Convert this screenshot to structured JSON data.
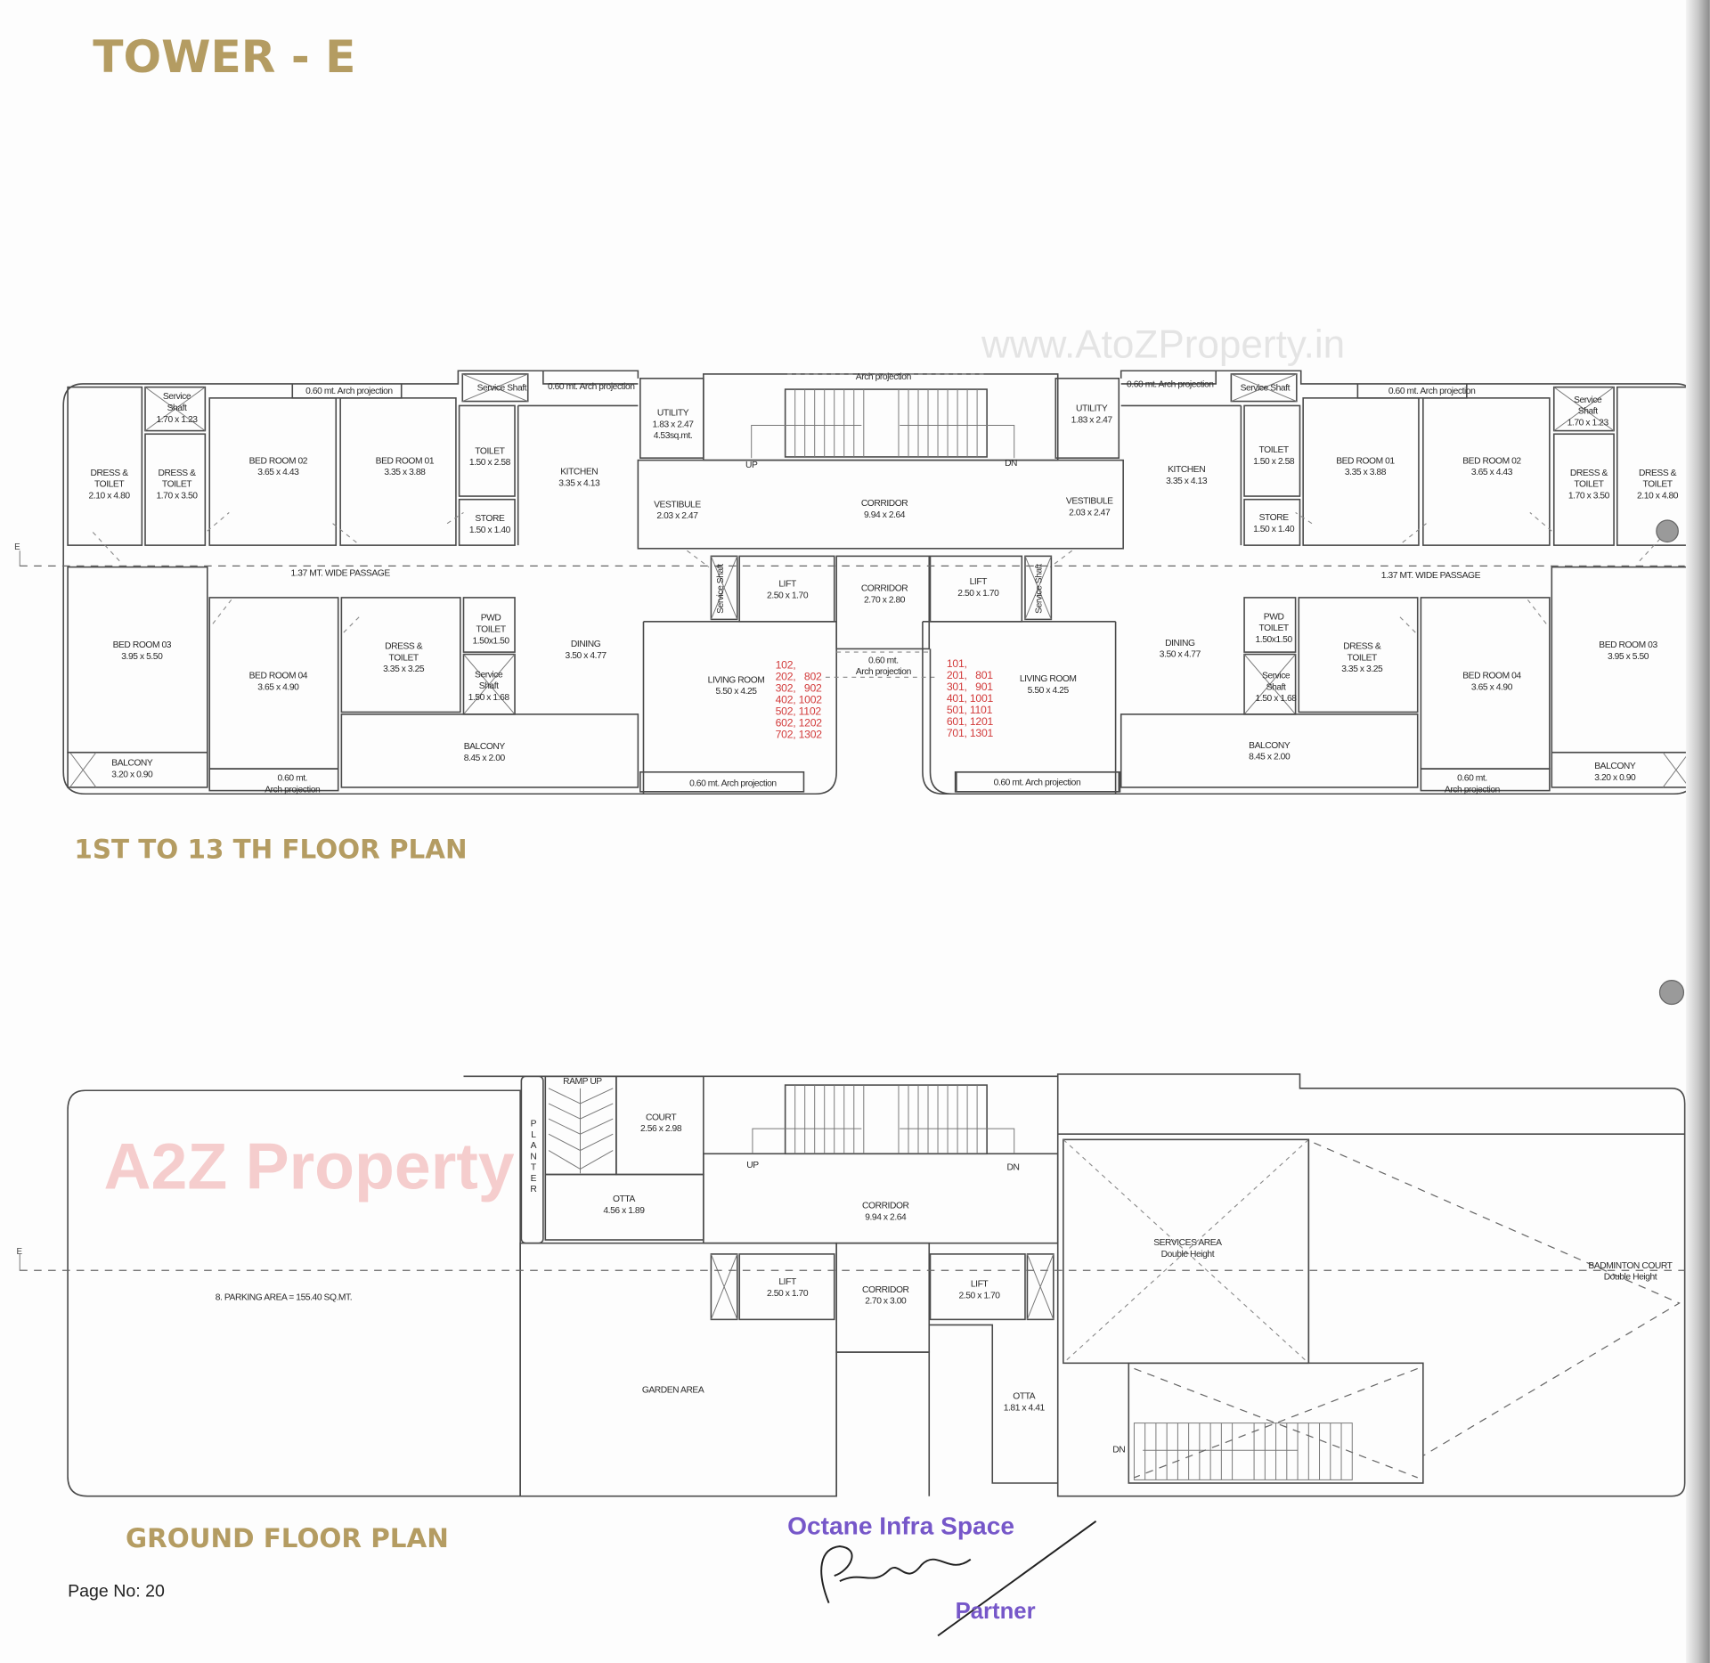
{
  "title": "TOWER - E",
  "watermarks": [
    "www.AtoZProperty.in",
    "A2Z Property"
  ],
  "typical_floor": {
    "caption": "1ST  TO 13 TH FLOOR PLAN",
    "labels": [
      {
        "lines": [
          "Service",
          "Shaft",
          "1.70 x 1.23"
        ]
      },
      {
        "lines": [
          "DRESS &",
          "TOILET",
          "2.10 x 4.80"
        ]
      },
      {
        "lines": [
          "DRESS &",
          "TOILET",
          "1.70 x 3.50"
        ]
      },
      {
        "lines": [
          "BED ROOM 02",
          "3.65 x 4.43"
        ]
      },
      {
        "lines": [
          "BED ROOM 01",
          "3.35 x 3.88"
        ]
      },
      {
        "lines": [
          "TOILET",
          "1.50 x 2.58"
        ]
      },
      {
        "lines": [
          "STORE",
          "1.50 x 1.40"
        ]
      },
      {
        "lines": [
          "KITCHEN",
          "3.35 x 4.13"
        ]
      },
      {
        "lines": [
          "UTILITY",
          "1.83 x 2.47",
          "4.53sq.mt."
        ]
      },
      {
        "lines": [
          "VESTIBULE",
          "2.03 x 2.47"
        ]
      },
      {
        "lines": [
          "CORRIDOR",
          "9.94 x 2.64"
        ]
      },
      {
        "lines": [
          "VESTIBULE",
          "2.03 x 2.47"
        ]
      },
      {
        "lines": [
          "UTILITY",
          "1.83 x 2.47"
        ]
      },
      {
        "lines": [
          "UP"
        ]
      },
      {
        "lines": [
          "DN"
        ]
      },
      {
        "lines": [
          "Arch projection"
        ]
      },
      {
        "lines": [
          "0.60 mt. Arch projection"
        ]
      },
      {
        "lines": [
          "Service Shaft"
        ]
      },
      {
        "lines": [
          "0.60 mt. Arch projection"
        ]
      },
      {
        "lines": [
          "0.60 mt. Arch projection"
        ]
      },
      {
        "lines": [
          "Service Shaft"
        ]
      },
      {
        "lines": [
          "0.60 mt. Arch projection"
        ]
      },
      {
        "lines": [
          "1.37 MT. WIDE PASSAGE"
        ]
      },
      {
        "lines": [
          "1.37 MT. WIDE PASSAGE"
        ]
      },
      {
        "lines": [
          "BED ROOM 03",
          "3.95 x 5.50"
        ]
      },
      {
        "lines": [
          "BED ROOM 04",
          "3.65 x 4.90"
        ]
      },
      {
        "lines": [
          "DRESS &",
          "TOILET",
          "3.35 x 3.25"
        ]
      },
      {
        "lines": [
          "PWD",
          "TOILET",
          "1.50x1.50"
        ]
      },
      {
        "lines": [
          "Service",
          "Shaft",
          "1.50 x 1.68"
        ]
      },
      {
        "lines": [
          "DINING",
          "3.50 x 4.77"
        ]
      },
      {
        "lines": [
          "LIVING ROOM",
          "5.50 x 4.25"
        ]
      },
      {
        "lines": [
          "LIFT",
          "2.50 x 1.70"
        ]
      },
      {
        "lines": [
          "Service Shaft"
        ]
      },
      {
        "lines": [
          "CORRIDOR",
          "2.70 x 2.80"
        ]
      },
      {
        "lines": [
          "0.60 mt.",
          "Arch projection"
        ]
      },
      {
        "lines": [
          "LIFT",
          "2.50 x 1.70"
        ]
      },
      {
        "lines": [
          "Service Shaft"
        ]
      },
      {
        "lines": [
          "LIVING ROOM",
          "5.50 x 4.25"
        ]
      },
      {
        "lines": [
          "DINING",
          "3.50 x 4.77"
        ]
      },
      {
        "lines": [
          "PWD",
          "TOILET",
          "1.50x1.50"
        ]
      },
      {
        "lines": [
          "Service",
          "Shaft",
          "1.50 x 1.68"
        ]
      },
      {
        "lines": [
          "DRESS &",
          "TOILET",
          "3.35 x 3.25"
        ]
      },
      {
        "lines": [
          "BED ROOM 04",
          "3.65 x 4.90"
        ]
      },
      {
        "lines": [
          "BED ROOM 03",
          "3.95 x 5.50"
        ]
      },
      {
        "lines": [
          "BALCONY",
          "3.20 x 0.90"
        ]
      },
      {
        "lines": [
          "0.60 mt.",
          "Arch projection"
        ]
      },
      {
        "lines": [
          "BALCONY",
          "8.45 x 2.00"
        ]
      },
      {
        "lines": [
          "0.60 mt. Arch projection"
        ]
      },
      {
        "lines": [
          "0.60 mt. Arch projection"
        ]
      },
      {
        "lines": [
          "BALCONY",
          "8.45 x 2.00"
        ]
      },
      {
        "lines": [
          "0.60 mt.",
          "Arch projection"
        ]
      },
      {
        "lines": [
          "BALCONY",
          "3.20 x 0.90"
        ]
      },
      {
        "lines": [
          "KITCHEN",
          "3.35 x 4.13"
        ]
      },
      {
        "lines": [
          "TOILET",
          "1.50 x 2.58"
        ]
      },
      {
        "lines": [
          "STORE",
          "1.50 x 1.40"
        ]
      },
      {
        "lines": [
          "BED ROOM 01",
          "3.35 x 3.88"
        ]
      },
      {
        "lines": [
          "BED ROOM 02",
          "3.65 x 4.43"
        ]
      },
      {
        "lines": [
          "Service",
          "Shaft",
          "1.70 x 1.23"
        ]
      },
      {
        "lines": [
          "DRESS &",
          "TOILET",
          "1.70 x 3.50"
        ]
      },
      {
        "lines": [
          "DRESS &",
          "TOILET",
          "2.10 x 4.80"
        ]
      }
    ],
    "unit_numbers_left": [
      "102,",
      "202,   802",
      "302,   902",
      "402, 1002",
      "502, 1102",
      "602, 1202",
      "702, 1302"
    ],
    "unit_numbers_right": [
      "101,",
      "201,   801",
      "301,   901",
      "401, 1001",
      "501, 1101",
      "601, 1201",
      "701, 1301"
    ]
  },
  "ground_floor": {
    "caption": "GROUND FLOOR PLAN",
    "labels": [
      {
        "lines": [
          "RAMP UP"
        ]
      },
      {
        "lines": [
          "P",
          "L",
          "A",
          "N",
          "T",
          "E",
          "R"
        ]
      },
      {
        "lines": [
          "COURT",
          "2.56 x 2.98"
        ]
      },
      {
        "lines": [
          "OTTA",
          "4.56 x 1.89"
        ]
      },
      {
        "lines": [
          "UP"
        ]
      },
      {
        "lines": [
          "DN"
        ]
      },
      {
        "lines": [
          "CORRIDOR",
          "9.94 x 2.64"
        ]
      },
      {
        "lines": [
          "LIFT",
          "2.50 x 1.70"
        ]
      },
      {
        "lines": [
          "CORRIDOR",
          "2.70 x 3.00"
        ]
      },
      {
        "lines": [
          "LIFT",
          "2.50 x 1.70"
        ]
      },
      {
        "lines": [
          "8. PARKING AREA = 155.40 SQ.MT."
        ]
      },
      {
        "lines": [
          "GARDEN AREA"
        ]
      },
      {
        "lines": [
          "OTTA",
          "1.81 x 4.41"
        ]
      },
      {
        "lines": [
          "SERVICES    AREA",
          "Double Height"
        ]
      },
      {
        "lines": [
          "BADMINTON COURT",
          "Double Height"
        ]
      },
      {
        "lines": [
          "DN"
        ]
      }
    ]
  },
  "section_marker": "E",
  "page_number": "Page No: 20",
  "stamp": {
    "company": "Octane Infra Space",
    "role": "Partner"
  },
  "colors": {
    "heading_gold": "#b49c62",
    "unit_numbers_red": "#d23a3a",
    "stamp_purple": "#7657c9",
    "walls": "#4a4a4a"
  }
}
